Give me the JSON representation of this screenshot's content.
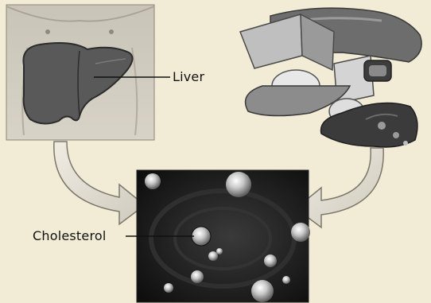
{
  "labels": {
    "liver": "Liver",
    "cholesterol": "Cholesterol"
  },
  "panels": {
    "torso": "torso-with-liver-illustration",
    "food": "food-items-illustration",
    "micro": "micrograph-cholesterol-droplets"
  },
  "colors": {
    "background": "#f2ecd6",
    "liver_fill": "#5a5a5a",
    "arrow_fill": "#e2ddd0",
    "micro_bg": "#1a1a1a"
  }
}
